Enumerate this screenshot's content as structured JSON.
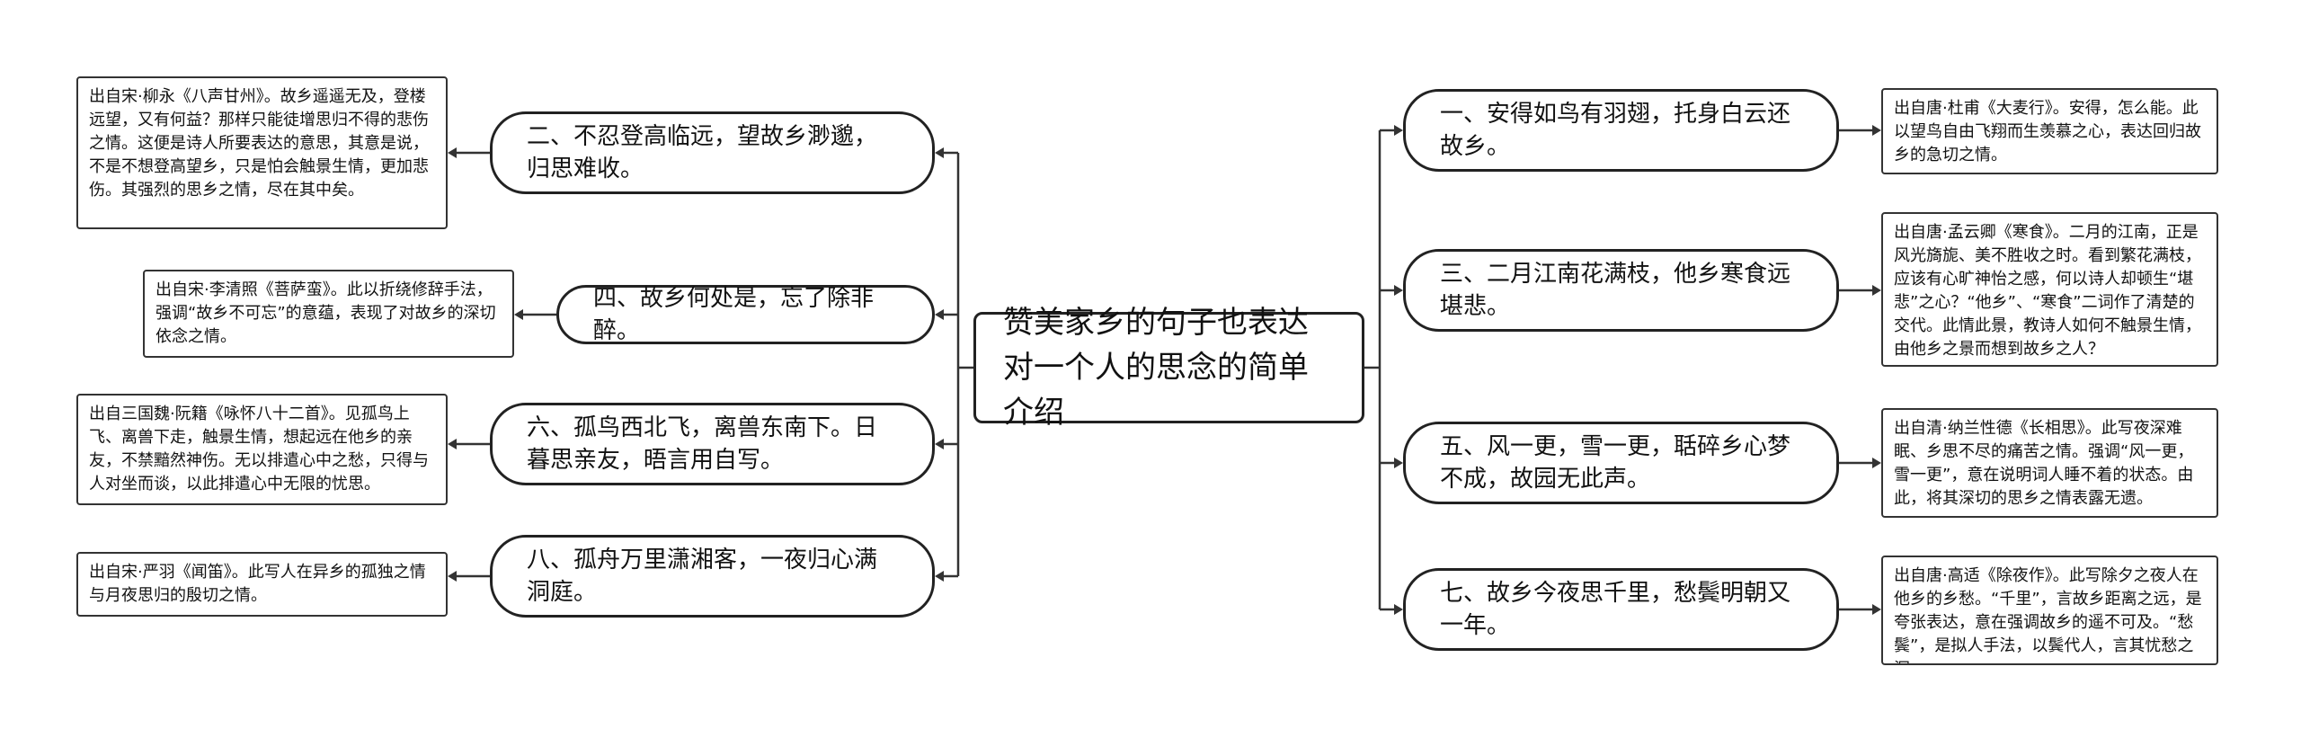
{
  "center": {
    "title": "赞美家乡的句子也表达对一个人的思念的简单介绍"
  },
  "left": [
    {
      "branch": "二、不忍登高临远，望故乡渺邈，归思难收。",
      "note": "出自宋·柳永《八声甘州》。故乡遥遥无及，登楼远望，又有何益？那样只能徒增思归不得的悲伤之情。这便是诗人所要表达的意思，其意是说，不是不想登高望乡，只是怕会触景生情，更加悲伤。其强烈的思乡之情，尽在其中矣。"
    },
    {
      "branch": "四、故乡何处是，忘了除非醉。",
      "note": "出自宋·李清照《菩萨蛮》。此以折绕修辞手法，强调“故乡不可忘”的意蕴，表现了对故乡的深切依念之情。"
    },
    {
      "branch": "六、孤鸟西北飞，离兽东南下。日暮思亲友，晤言用自写。",
      "note": "出自三国魏·阮籍《咏怀八十二首》。见孤鸟上飞、离兽下走，触景生情，想起远在他乡的亲友，不禁黯然神伤。无以排遣心中之愁，只得与人对坐而谈，以此排遣心中无限的忧思。"
    },
    {
      "branch": "八、孤舟万里潇湘客，一夜归心满洞庭。",
      "note": "出自宋·严羽《闻笛》。此写人在异乡的孤独之情与月夜思归的殷切之情。"
    }
  ],
  "right": [
    {
      "branch": "一、安得如鸟有羽翅，托身白云还故乡。",
      "note": "出自唐·杜甫《大麦行》。安得，怎么能。此以望鸟自由飞翔而生羡慕之心，表达回归故乡的急切之情。"
    },
    {
      "branch": "三、二月江南花满枝，他乡寒食远堪悲。",
      "note": "出自唐·孟云卿《寒食》。二月的江南，正是风光旖旎、美不胜收之时。看到繁花满枝，应该有心旷神怡之感，何以诗人却顿生“堪悲”之心？“他乡”、“寒食”二词作了清楚的交代。此情此景，教诗人如何不触景生情，由他乡之景而想到故乡之人？"
    },
    {
      "branch": "五、风一更，雪一更，聒碎乡心梦不成，故园无此声。",
      "note": "出自清·纳兰性德《长相思》。此写夜深难眠、乡思不尽的痛苦之情。强调“风一更，雪一更”，意在说明词人睡不着的状态。由此，将其深切的思乡之情表露无遗。"
    },
    {
      "branch": "七、故乡今夜思千里，愁鬓明朝又一年。",
      "note": "出自唐·高适《除夜作》。此写除夕之夜人在他乡的乡愁。“千里”，言故乡距离之远，是夸张表达，意在强调故乡的遥不可及。“愁鬓”，是拟人手法，以鬓代人，言其忧愁之深。"
    }
  ]
}
